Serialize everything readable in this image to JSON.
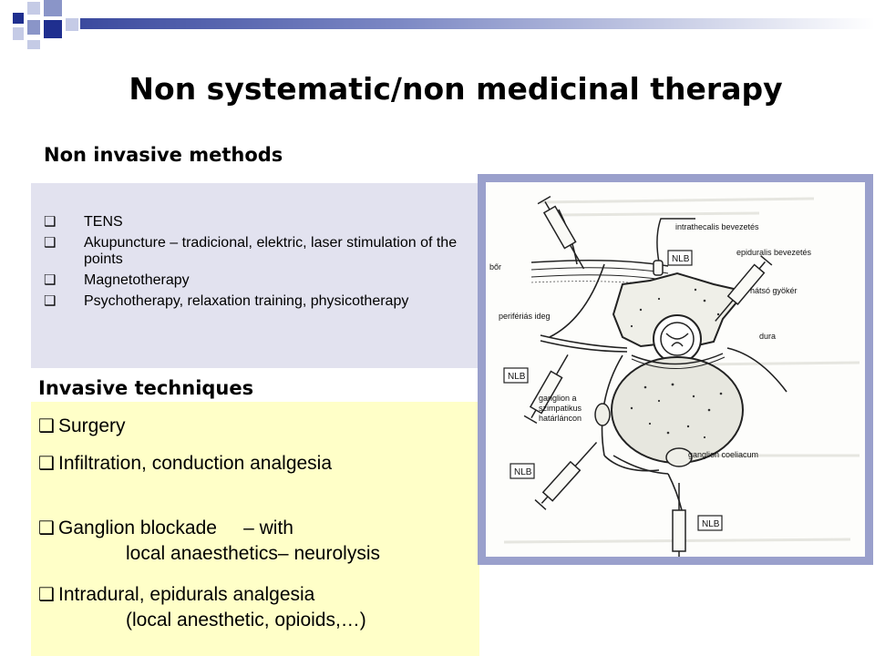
{
  "title": "Non systematic/non medicinal therapy",
  "non_invasive": {
    "heading": "Non invasive methods",
    "items": [
      "TENS",
      "Akupuncture – tradicional, elektric, laser stimulation of the points",
      "Magnetotherapy",
      "Psychotherapy, relaxation training, physicotherapy"
    ]
  },
  "invasive": {
    "heading": "Invasive techniques",
    "items": [
      {
        "line1": "Surgery",
        "line2": ""
      },
      {
        "line1": "Infiltration, conduction analgesia",
        "line2": ""
      },
      {
        "line1": "Ganglion blockade     – with",
        "line2": "local anaesthetics– neurolysis"
      },
      {
        "line1": "Intradural, epidurals analgesia",
        "line2": "(local anesthetic, opioids,…)"
      }
    ]
  },
  "bullet_glyph": "❑",
  "figure": {
    "labels": {
      "intrathecal": "intrathecalis bevezetés",
      "epidural": "epiduralis bevezetés",
      "skin": "bőr",
      "posterior_root": "hátsó gyökér",
      "peripheral_nerve": "perifériás ideg",
      "dura": "dura",
      "ganglion_line1": "ganglion a",
      "ganglion_line2": "szimpatikus",
      "ganglion_line3": "határláncon",
      "coeliac": "ganglion coeliacum",
      "nlb": "NLB"
    }
  },
  "colors": {
    "accent_dark": "#1f2f8f",
    "box_noninvasive": "#e2e2ef",
    "box_invasive": "#ffffc8",
    "figure_frame": "#9aa0cc"
  }
}
